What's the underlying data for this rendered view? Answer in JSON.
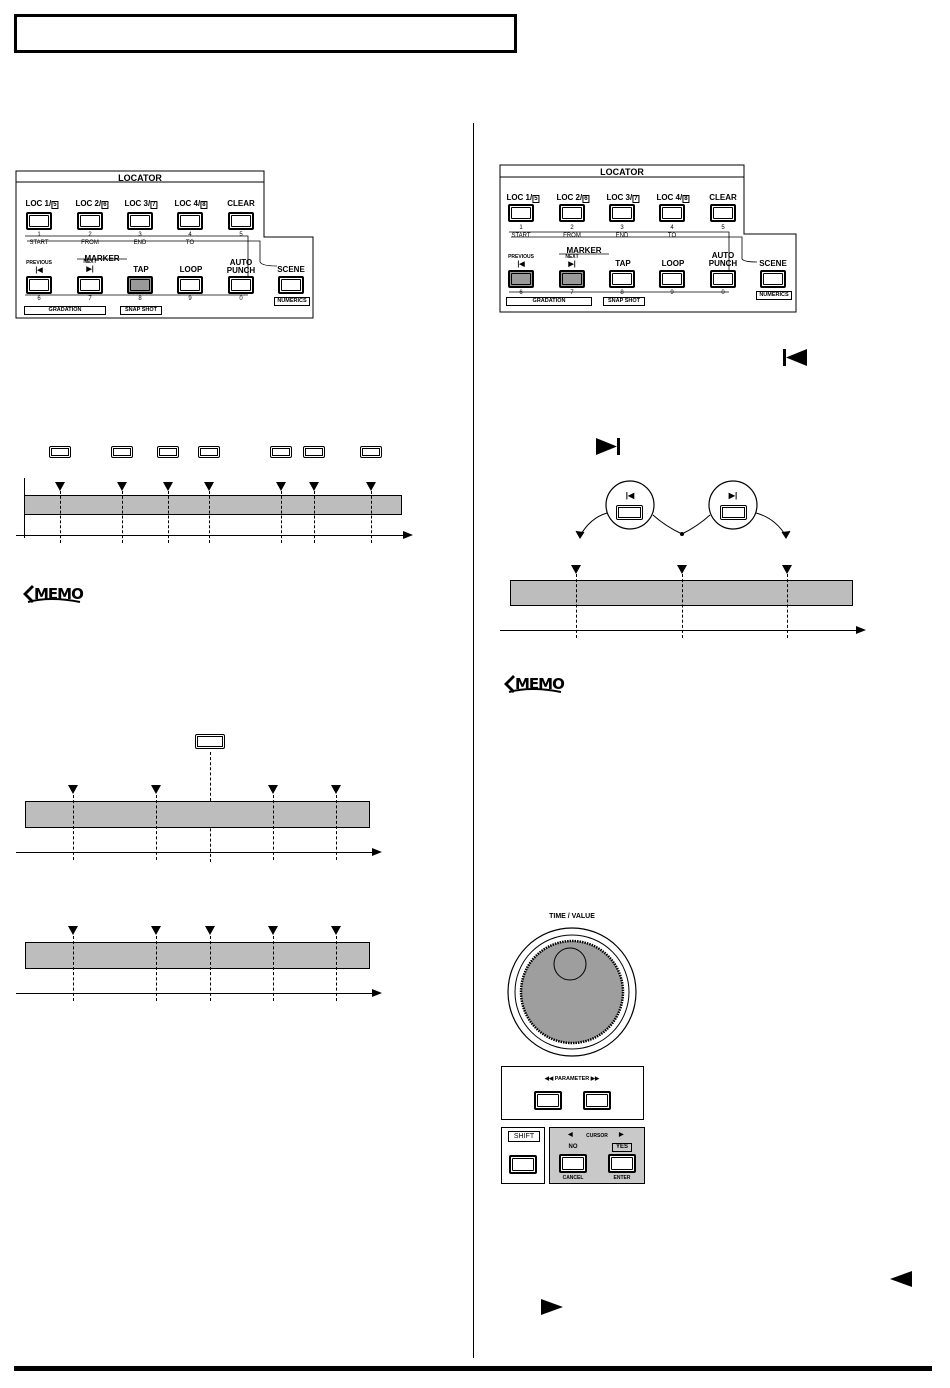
{
  "locator_panel": {
    "title": "LOCATOR",
    "loc_buttons": [
      {
        "label": "LOC 1/",
        "boxed": "5",
        "num": "1",
        "sub": "START"
      },
      {
        "label": "LOC 2/",
        "boxed": "6",
        "num": "2",
        "sub": "FROM"
      },
      {
        "label": "LOC 3/",
        "boxed": "7",
        "num": "3",
        "sub": "END"
      },
      {
        "label": "LOC 4/",
        "boxed": "8",
        "num": "4",
        "sub": "TO"
      },
      {
        "label": "CLEAR",
        "boxed": "",
        "num": "5",
        "sub": ""
      }
    ],
    "marker_label": "MARKER",
    "previous_label": "PREVIOUS",
    "next_label": "NEXT",
    "row2": [
      {
        "label": "|◀",
        "num": "6"
      },
      {
        "label": "▶|",
        "num": "7"
      },
      {
        "label": "TAP",
        "num": "8"
      },
      {
        "label": "LOOP",
        "num": "9"
      },
      {
        "label": "AUTO PUNCH",
        "num": "0"
      }
    ],
    "scene_label": "SCENE",
    "numerics_label": "NUMERICS",
    "gradation_label": "GRADATION",
    "snapshot_label": "SNAP SHOT"
  },
  "memo_label": "MEMO",
  "inline_icons": {
    "previous": "previous-marker-icon",
    "next": "next-marker-icon",
    "cursor_left": "left-triangle-icon",
    "cursor_right": "right-triangle-icon"
  },
  "dial_panel": {
    "time_value_label": "TIME / VALUE",
    "parameter_label": "◀◀ PARAMETER ▶▶",
    "shift_label": "SHIFT",
    "cursor_label": "CURSOR",
    "no_label": "NO",
    "yes_label": "YES",
    "cancel_label": "CANCEL",
    "enter_label": "ENTER",
    "prev_glyph": "|◀",
    "next_glyph": "▶|"
  }
}
